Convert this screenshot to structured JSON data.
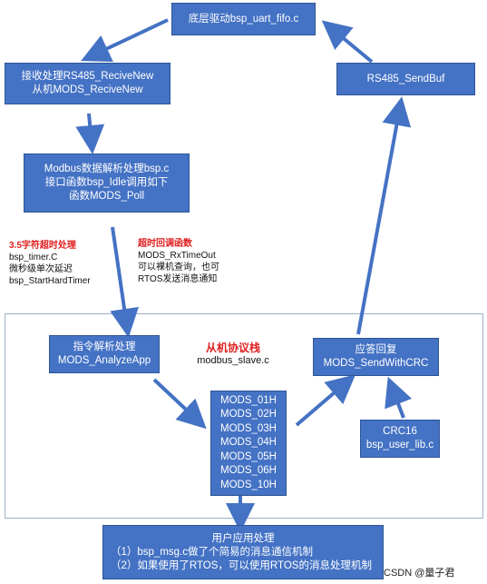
{
  "boxes": {
    "bsp_uart": "底层驱动bsp_uart_fifo.c",
    "receive": [
      "接收处理RS485_ReciveNew",
      "从机MODS_ReciveNew"
    ],
    "send_buf": "RS485_SendBuf",
    "modbus_parse": [
      "Modbus数据解析处理bsp.c",
      "接口函数bsp_Idle调用如下",
      "函数MODS_Poll"
    ],
    "analyze": [
      "指令解析处理",
      "MODS_AnalyzeApp"
    ],
    "send_crc": [
      "应答回复",
      "MODS_SendWithCRC"
    ],
    "mods_functions": [
      "MODS_01H",
      "MODS_02H",
      "MODS_03H",
      "MODS_04H",
      "MODS_05H",
      "MODS_06H",
      "MODS_10H"
    ],
    "crc16": [
      "CRC16",
      "bsp_user_lib.c"
    ],
    "user_app": [
      "用户应用处理",
      "（1）bsp_msg.c做了个简易的消息通信机制",
      "（2）如果使用了RTOS，可以使用RTOS的消息处理机制"
    ]
  },
  "notes": {
    "timeout_title": "3.5字符超时处理",
    "timeout_lines": [
      "bsp_timer.C",
      "微秒级单次延迟",
      "bsp_StartHardTimer"
    ],
    "callback_title": "超时回调函数",
    "callback_lines": [
      "MODS_RxTimeOut",
      "可以裸机查询，也可",
      "RTOS发送消息通知"
    ]
  },
  "stack": {
    "title": "从机协议栈",
    "file": "modbus_slave.c"
  },
  "watermark": "CSDN @量子君",
  "colors": {
    "box_fill": "#4472c4",
    "box_border": "#2f5597",
    "highlight_red": "#e02020",
    "frame_border": "#9ab0c8"
  }
}
